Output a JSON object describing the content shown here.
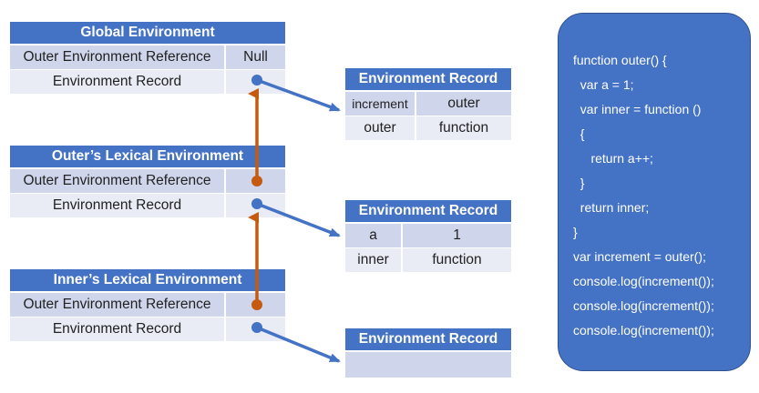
{
  "global_env": {
    "title": "Global Environment",
    "outer_ref_label": "Outer Environment Reference",
    "outer_ref_value": "Null",
    "env_record_label": "Environment Record"
  },
  "outer_env": {
    "title": "Outer’s Lexical Environment",
    "outer_ref_label": "Outer Environment Reference",
    "env_record_label": "Environment Record"
  },
  "inner_env": {
    "title": "Inner’s Lexical Environment",
    "outer_ref_label": "Outer Environment Reference",
    "env_record_label": "Environment Record"
  },
  "global_record": {
    "title": "Environment Record",
    "rows": [
      [
        "increment",
        "outer"
      ],
      [
        "outer",
        "function"
      ]
    ]
  },
  "outer_record": {
    "title": "Environment Record",
    "rows": [
      [
        "a",
        "1"
      ],
      [
        "inner",
        "function"
      ]
    ]
  },
  "inner_record": {
    "title": "Environment Record"
  },
  "code_lines": [
    "function outer() {",
    "  var a = 1;",
    "  var inner = function ()",
    "  {",
    "     return a++;",
    "  }",
    "  return inner;",
    "}",
    "var increment = outer();",
    "console.log(increment());",
    "console.log(increment());",
    "console.log(increment());"
  ],
  "colors": {
    "header_blue": "#4472c4",
    "row_dark": "#cfd5ea",
    "row_light": "#e9ebf5",
    "record_arrow": "#4472c4",
    "outer_ref_arrow": "#c55a11"
  }
}
